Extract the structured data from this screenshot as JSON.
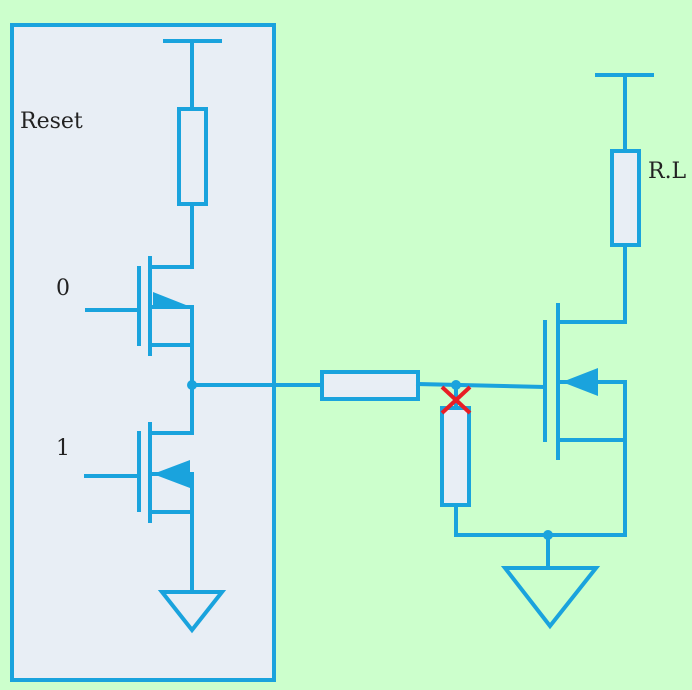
{
  "labels": {
    "reset": "Reset",
    "input_0": "0",
    "input_1": "1",
    "load_resistor": "R.L"
  },
  "colors": {
    "background": "#ccffcc",
    "wire": "#1aa3dd",
    "box_fill": "#e8eef5",
    "fault_mark": "#e81e25"
  },
  "icons": {
    "fault": "x-mark-icon",
    "ground": "ground-triangle-icon",
    "supply": "supply-rail-icon"
  }
}
